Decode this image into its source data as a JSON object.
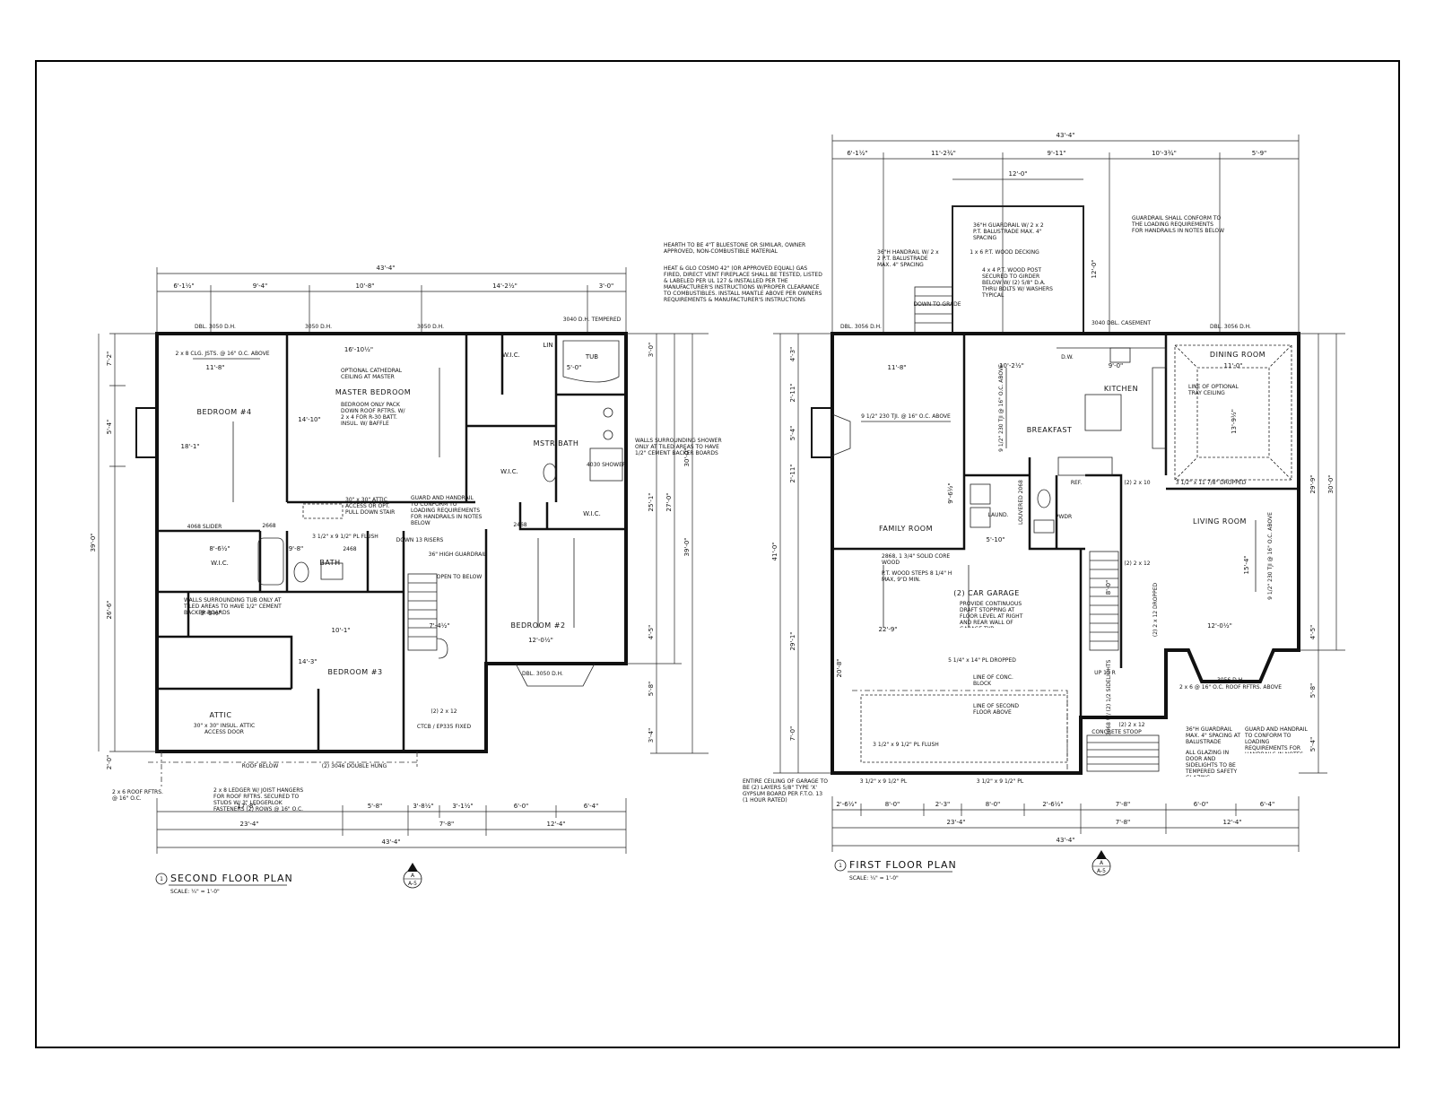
{
  "second_floor": {
    "title": "SECOND FLOOR PLAN",
    "scale": "SCALE: ¼\" = 1'-0\"",
    "section_marker": {
      "top": "A",
      "bottom": "A-5"
    },
    "callout": "1",
    "dims_top_overall": "43'-4\"",
    "dims_top": [
      "6'-1½\"",
      "9'-4\"",
      "10'-8\"",
      "14'-2½\"",
      "3'-0\""
    ],
    "dims_bottom_1": [
      "17'-8\"",
      "5'-8\"",
      "3'-8½\"",
      "3'-1½\"",
      "6'-0\"",
      "6'-4\""
    ],
    "dims_bottom_2": [
      "23'-4\"",
      "7'-8\"",
      "12'-4\""
    ],
    "dims_bottom_overall": "43'-4\"",
    "dims_left": [
      "7'-2\"",
      "5'-4\"",
      "26'-6\"",
      "39'-0\"",
      "2'-0\""
    ],
    "dims_right": [
      "3'-0\"",
      "25'-1\"",
      "27'-0\"",
      "30'-0\"",
      "39'-0\"",
      "4'-5\"",
      "5'-8\"",
      "3'-4\""
    ],
    "rooms": {
      "bedroom4": "BEDROOM #4",
      "master": "MASTER BEDROOM",
      "bath": "BATH",
      "mstr_bath": "MSTR BATH",
      "bedroom3": "BEDROOM #3",
      "bedroom2": "BEDROOM #2",
      "attic": "ATTIC",
      "wic": "W.I.C.",
      "lin": "LIN",
      "tub": "TUB",
      "shower": "4030 SHOWER"
    },
    "labels": {
      "dbl3050": "DBL. 3050 D.H.",
      "w3050a": "3050 D.H.",
      "w3050b": "3050 D.H.",
      "w3040": "3040 D.H. TEMPERED",
      "joists1": "2 x 8 CLG. JSTS. @ 16\" O.C. ABOVE",
      "dim_118": "11'-8\"",
      "dim_18": "18'-1\"",
      "dim_1610": "16'-10½\"",
      "dim_1410": "14'-10\"",
      "cathedral": "OPTIONAL CATHEDRAL CEILING AT MASTER",
      "packdown": "BEDROOM ONLY PACK DOWN ROOF RFTRS. W/ 2 x 4 FOR R-30 BATT. INSUL. W/ BAFFLE",
      "walls_shower": "WALLS SURROUNDING SHOWER ONLY AT TILED AREAS TO HAVE 1/2\" CEMENT BACKER BOARDS",
      "attic_access": "30\" x 30\" ATTIC ACCESS OR OPT. PULL DOWN STAIR",
      "guard_note": "GUARD AND HANDRAIL TO CONFORM TO LOADING REQUIREMENTS FOR HANDRAILS IN NOTES BELOW",
      "slider": "4068 SLIDER",
      "flush_pl": "3 1/2\" x 9 1/2\" PL FLUSH",
      "down": "DOWN 13 RISERS",
      "guardrail36": "36\" HIGH GUARDRAIL",
      "open_below": "OPEN TO BELOW",
      "walls_tub": "WALLS SURROUNDING TUB ONLY AT TILED AREAS TO HAVE 1/2\" CEMENT BACKER BOARDS",
      "dim_1011": "10'-1\"",
      "dim_143": "14'-3\"",
      "dim_745": "7'-4½\"",
      "dim_1205": "12'-0½\"",
      "dbl3050b": "DBL. 3050 D.H.",
      "attic_door": "30\" x 30\" INSUL. ATTIC ACCESS DOOR",
      "girder": "(2) 2 x 12",
      "ctcb": "CTCB / EP335 FIXED",
      "roof_below": "ROOF BELOW",
      "double_hung": "(2) 3046 DOUBLE HUNG",
      "roof_rftrs": "2 x 6 ROOF RFTRS. @ 16\" O.C.",
      "ledger": "2 x 8 LEDGER W/ JOIST HANGERS FOR ROOF RFTRS. SECURED TO STUDS W/ 3\" LEDGERLOK FASTENERS (2) ROWS @ 16\" O.C.",
      "d2668": "2668",
      "d2468": "2468",
      "dim_9565": "9'-9½\"",
      "dim_86": "8'-6½\"",
      "dim_98": "9'-8\"",
      "dim_50": "5'-0\""
    }
  },
  "first_floor": {
    "title": "FIRST FLOOR PLAN",
    "scale": "SCALE: ¼\" = 1'-0\"",
    "section_marker": {
      "top": "A",
      "bottom": "A-5"
    },
    "callout": "1",
    "dims_top_overall": "43'-4\"",
    "dims_top": [
      "6'-1½\"",
      "11'-2¾\"",
      "9'-11\"",
      "10'-3¾\"",
      "5'-9\""
    ],
    "dims_bottom_1": [
      "2'-6½\"",
      "8'-0\"",
      "2'-3\"",
      "8'-0\"",
      "2'-6½\"",
      "7'-8\"",
      "6'-0\"",
      "6'-4\""
    ],
    "dims_bottom_2": [
      "23'-4\"",
      "7'-8\"",
      "12'-4\""
    ],
    "dims_bottom_overall": "43'-4\"",
    "dims_left": [
      "4'-3\"",
      "2'-11\"",
      "5'-4\"",
      "2'-11\"",
      "41'-0\"",
      "29'-1\"",
      "7'-0\""
    ],
    "dims_right": [
      "29'-9\"",
      "30'-0\"",
      "4'-5\"",
      "5'-8\"",
      "5'-4\""
    ],
    "rooms": {
      "family": "FAMILY ROOM",
      "breakfast": "BREAKFAST",
      "kitchen": "KITCHEN",
      "dining": "DINING ROOM",
      "living": "LIVING ROOM",
      "laund": "LAUND.",
      "pwdr": "PWDR",
      "garage": "(2) CAR GARAGE"
    },
    "labels": {
      "hearth": "HEARTH TO BE 4\"T BLUESTONE OR SIMILAR, OWNER APPROVED, NON-COMBUSTIBLE MATERIAL",
      "heat": "HEAT & GLO COSMO 42\" (OR APPROVED EQUAL) GAS FIRED, DIRECT VENT FIREPLACE SHALL BE TESTED, LISTED & LABELED PER UL 127 & INSTALLED PER THE MANUFACTURER'S INSTRUCTIONS W/PROPER CLEARANCE TO COMBUSTIBLES. INSTALL MANTLE ABOVE PER OWNERS REQUIREMENTS & MANUFACTURER'S INSTRUCTIONS",
      "handrail36": "36\"H HANDRAIL W/ 2 x 2 P.T. BALUSTRADE MAX. 4\" SPACING",
      "guardrail36": "36\"H GUARDRAIL W/ 2 x 2 P.T. BALUSTRADE MAX. 4\" SPACING",
      "decking": "1 x 6 P.T. WOOD DECKING",
      "post": "4 x 4 P.T. WOOD POST SECURED TO GIRDER BELOW W/ (2) 5/8\" D.A. THRU BOLTS W/ WASHERS TYPICAL",
      "guardrail_note": "GUARDRAIL SHALL CONFORM TO THE LOADING REQUIREMENTS FOR HANDRAILS IN NOTES BELOW",
      "down_grade": "DOWN TO GRADE",
      "dim_120": "12'-0\"",
      "dim_120b": "12'-0\"",
      "dbl3056": "DBL. 3056 D.H.",
      "dbl3056b": "DBL. 3056 D.H.",
      "w3040": "3040 DBL. CASEMENT",
      "dim_118": "11'-8\"",
      "dim_1025": "10'-2½\"",
      "dim_90": "9'-0\"",
      "dim_110": "11'-0\"",
      "tji1": "9 1/2\" 230 TJI. @ 16\" O.C. ABOVE",
      "tji2": "9 1/2\" 230 TJI @ 16\" O.C. ABOVE",
      "tray": "LINE OF OPTIONAL TRAY CEILING",
      "solid_core": "2868, 1 3/4\" SOLID CORE WOOD",
      "steps": "P.T. WOOD STEPS 8 1/4\" H MAX, 9\"D MIN.",
      "draft": "PROVIDE CONTINUOUS DRAFT STOPPING AT FLOOR LEVEL AT RIGHT AND REAR WALL OF GARAGE TYP.",
      "dim_229": "22'-9\"",
      "dim_208": "20'-8\"",
      "pl_dropped": "5 1/4\" x 14\" PL DROPPED",
      "conc_block": "LINE OF CONC. BLOCK",
      "second_floor_above": "LINE OF SECOND FLOOR ABOVE",
      "pl_flush": "3 1/2\" x 9 1/2\" PL FLUSH",
      "pl_a": "3 1/2\" x 9 1/2\" PL",
      "pl_b": "3 1/2\" x 9 1/2\" PL",
      "garage_ceiling": "ENTIRE CEILING OF GARAGE TO BE (2) LAYERS 5/8\" TYPE 'X' GYPSUM BOARD PER F.T.O. 13 (1 HOUR RATED)",
      "stoop": "CONCRETE STOOP",
      "guard36b": "36\"H GUARDRAIL MAX. 4\" SPACING AT BALUSTRADE",
      "guard_hand": "GUARD AND HANDRAIL TO CONFORM TO LOADING REQUIREMENTS FOR HANDRAILS IN NOTES BELOW",
      "glazing": "ALL GLAZING IN DOOR AND SIDELIGHTS TO BE TEMPERED SAFETY GLAZING",
      "bay": "3056 D.H.",
      "roof_rftrs": "2 x 6 @ 16\" O.C. ROOF RFTRS. ABOVE",
      "girder1": "(2) 2 x 10",
      "girder2": "(2) 2 x 12",
      "girder3": "(2) 2 x 12 DROPPED",
      "girder4": "(2) 2 x 12",
      "tji_living": "9 1/2\" 230 TJI @ 16\" O.C. ABOVE",
      "dropped_pl": "3 1/2\" x 11 7/8\" DROPPED",
      "dim_154": "15'-4\"",
      "dim_1205": "12'-0½\"",
      "dim_1395": "13'-9½\"",
      "ref": "REF.",
      "dw": "D.W.",
      "up": "UP 15 R",
      "w3068": "3068 W/ (2) 1/2 SIDELIGHTS",
      "louvered": "LOUVERED 2068",
      "dim_95": "9'-6½\"",
      "dim_80": "8'-0\"",
      "dim_510": "5'-10\""
    }
  }
}
